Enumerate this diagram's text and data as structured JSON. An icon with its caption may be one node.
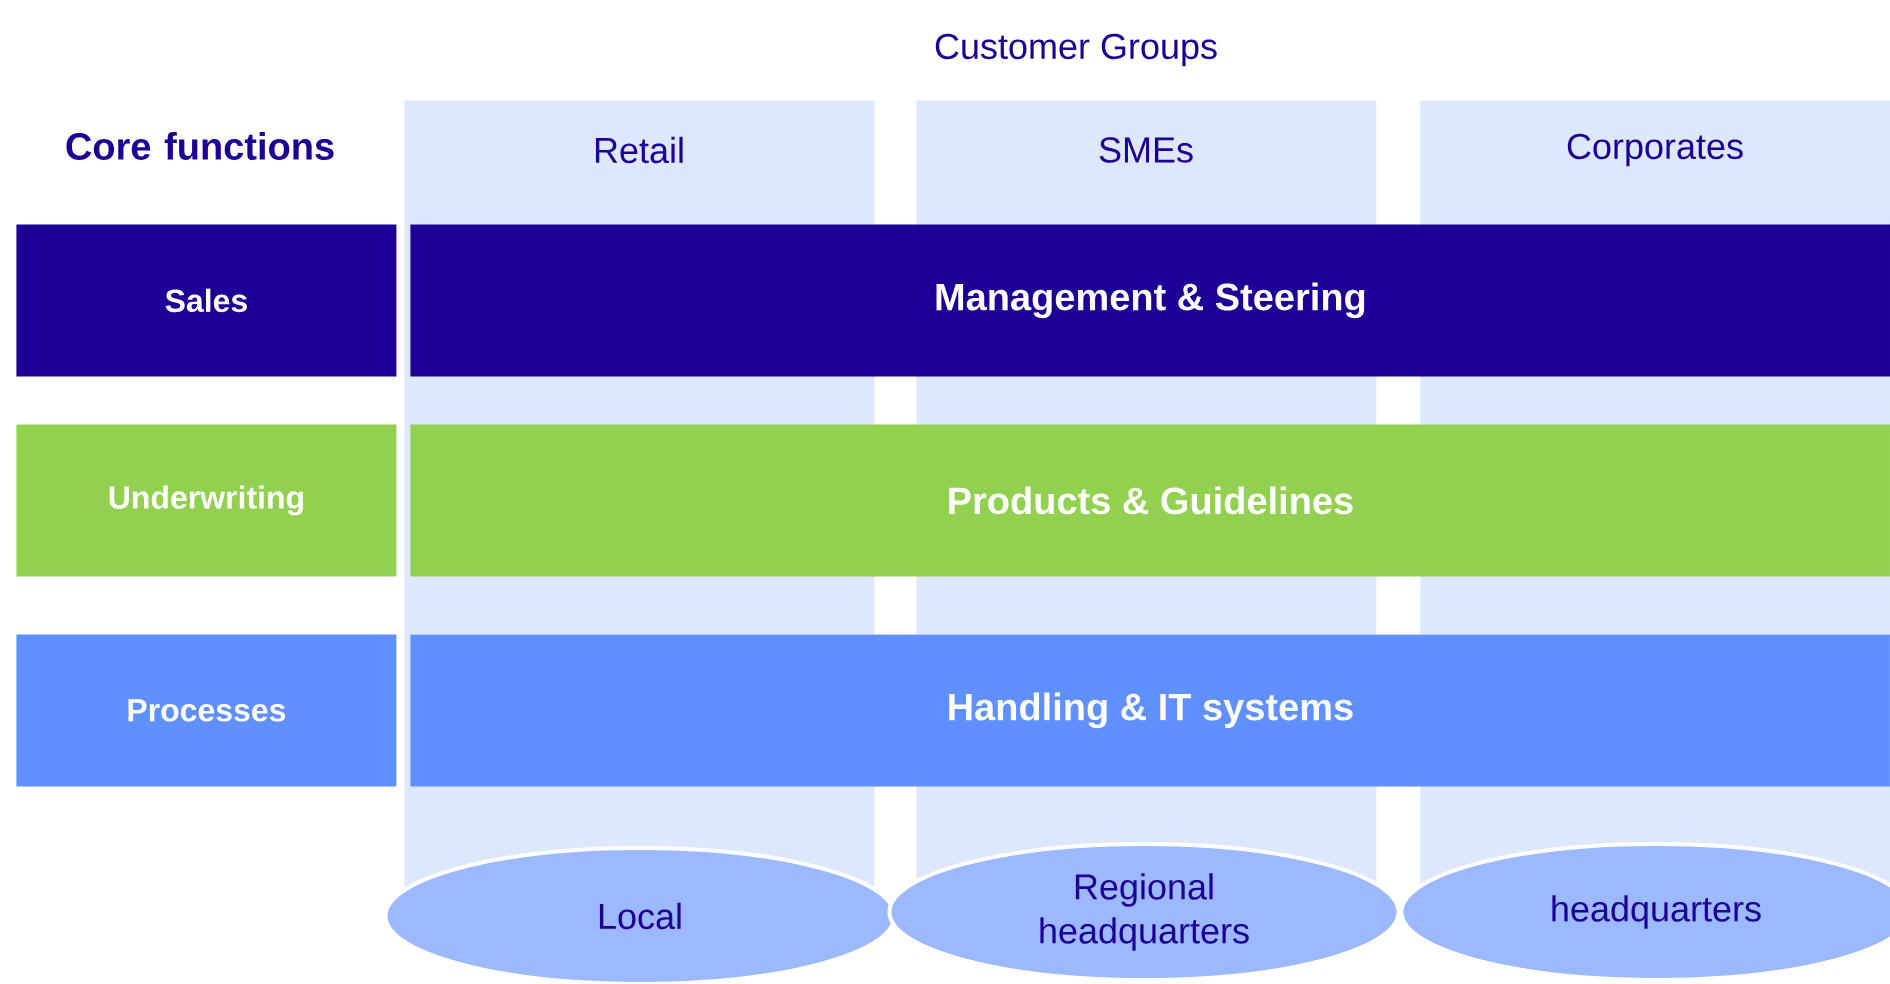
{
  "diagram": {
    "nodes": [
      {
        "text": [
          "Retail"
        ]
      },
      {
        "text": [
          "SMEs"
        ]
      },
      {
        "text": [
          "Corporates"
        ]
      },
      {
        "text": [
          "Sales"
        ]
      },
      {
        "text": [
          "Management & Steering"
        ]
      },
      {
        "text": [
          "Underwriting"
        ]
      },
      {
        "text": [
          "Products & Guidelines"
        ]
      },
      {
        "text": [
          "Processes"
        ]
      },
      {
        "text": [
          "Handling & IT systems"
        ]
      },
      {
        "text": [
          "Local"
        ]
      },
      {
        "text": [
          "Regional headquarters"
        ]
      },
      {
        "text": [
          "headquarters"
        ]
      }
    ],
    "labels": [
      "Customer Groups",
      "Core functions"
    ]
  }
}
